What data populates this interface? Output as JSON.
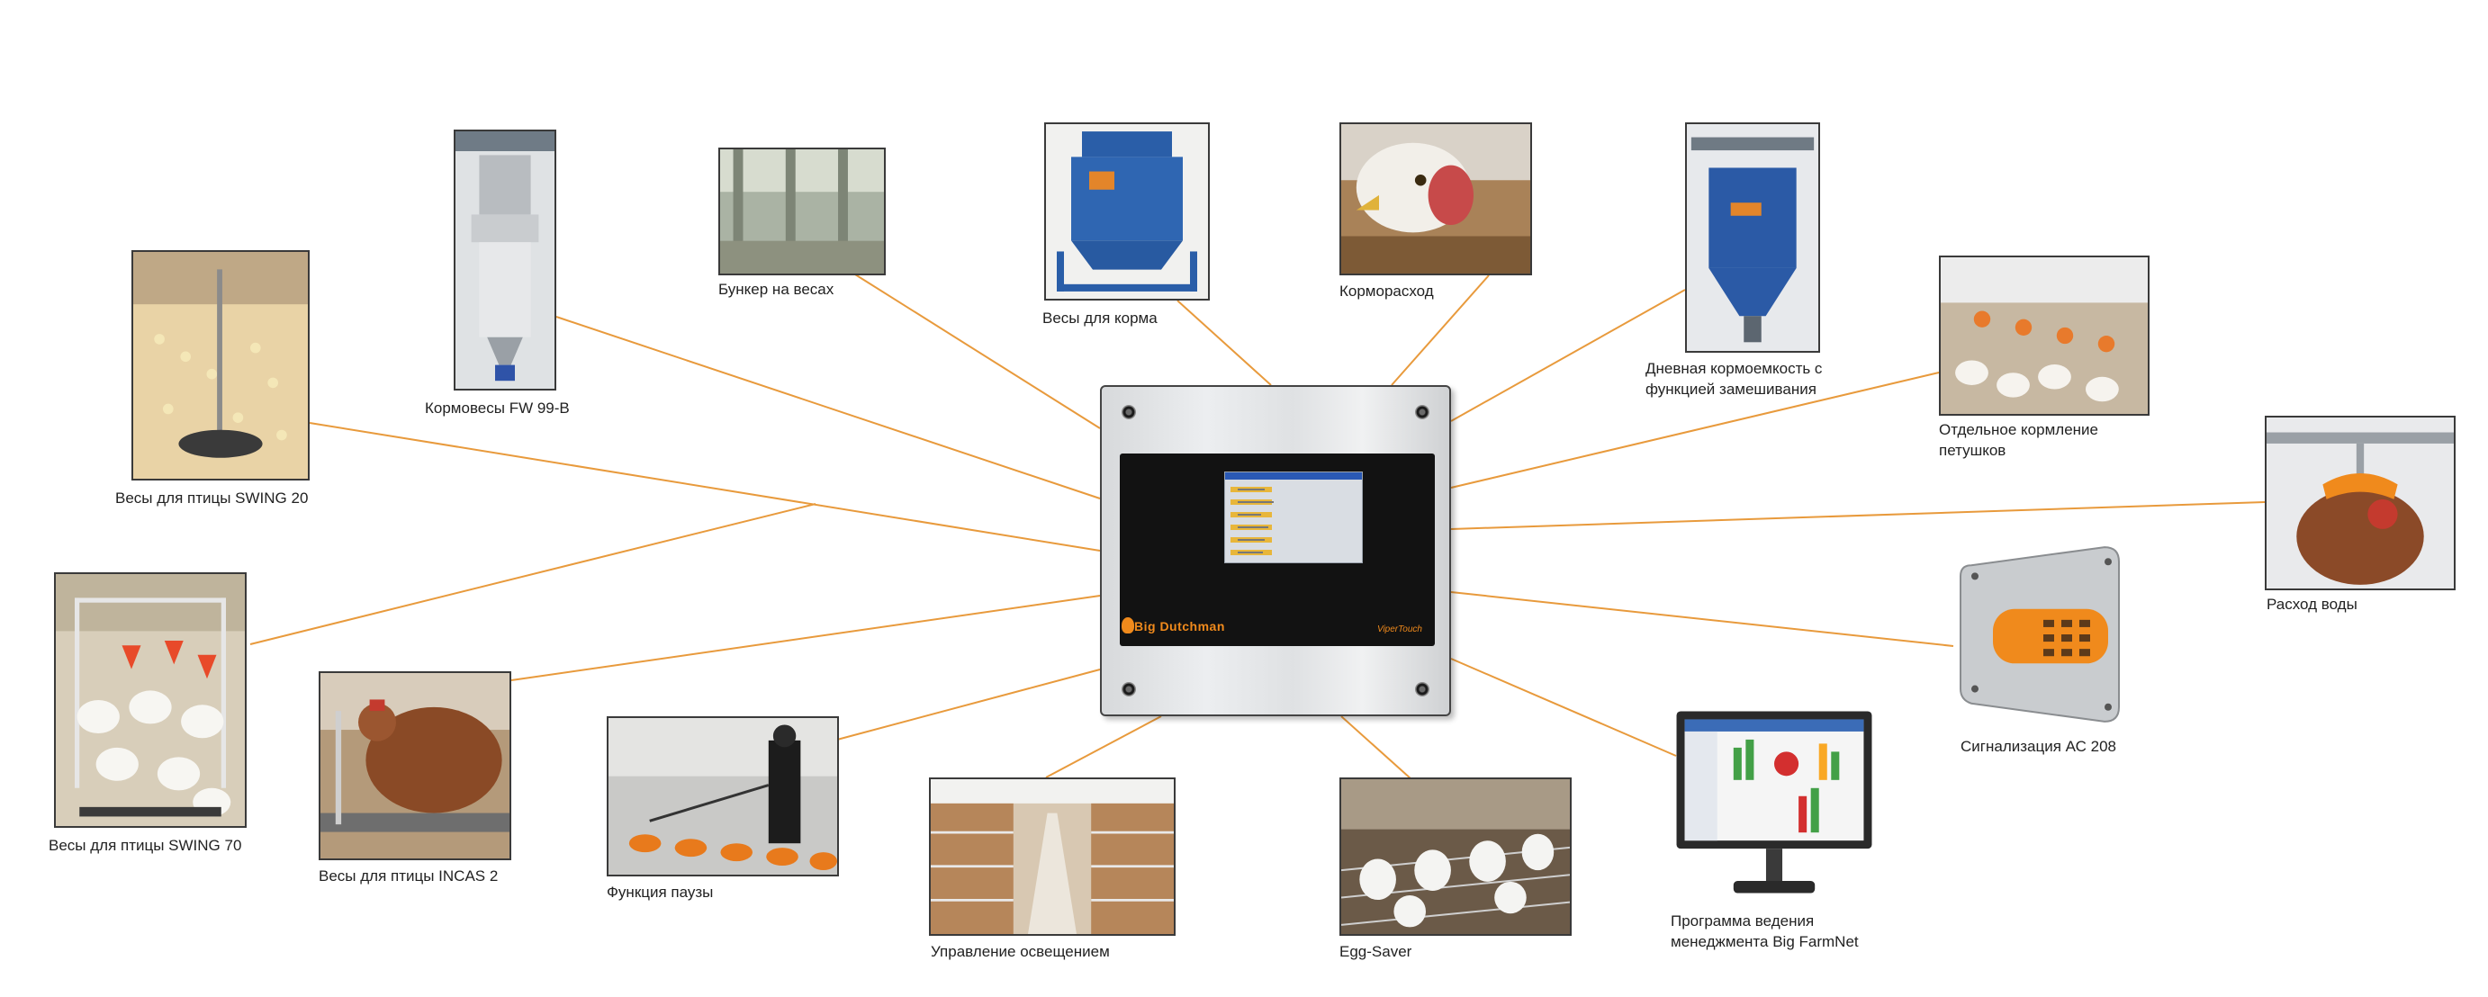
{
  "diagram": {
    "center": {
      "brand": "Big Dutchman",
      "model": "ViperTouch"
    },
    "items": [
      {
        "id": "swing20",
        "label": "Весы для птицы SWING 20"
      },
      {
        "id": "fw99b",
        "label": "Кормовесы FW 99-B"
      },
      {
        "id": "bunker",
        "label": "Бункер на весах"
      },
      {
        "id": "feed-scale",
        "label": "Весы для корма"
      },
      {
        "id": "feed-consumption",
        "label": "Кормораcход"
      },
      {
        "id": "daily-bin",
        "label": "Дневная кормоемкость с\nфункцией замешивания"
      },
      {
        "id": "male-feeding",
        "label": "Отдельное кормление\nпетушков"
      },
      {
        "id": "water",
        "label": "Расход воды"
      },
      {
        "id": "alarm",
        "label": "Сигнализация АС 208"
      },
      {
        "id": "farmnet",
        "label": "Программа ведения\nменеджмента Big FarmNet"
      },
      {
        "id": "egg-saver",
        "label": "Egg-Saver"
      },
      {
        "id": "lighting",
        "label": "Управление освещением"
      },
      {
        "id": "pause",
        "label": "Функция паузы"
      },
      {
        "id": "incas2",
        "label": "Весы для птицы INCAS 2"
      },
      {
        "id": "swing70",
        "label": "Весы для птицы SWING 70"
      }
    ],
    "colors": {
      "connector": "#e89a3c",
      "brand_orange": "#f08a1c"
    }
  }
}
